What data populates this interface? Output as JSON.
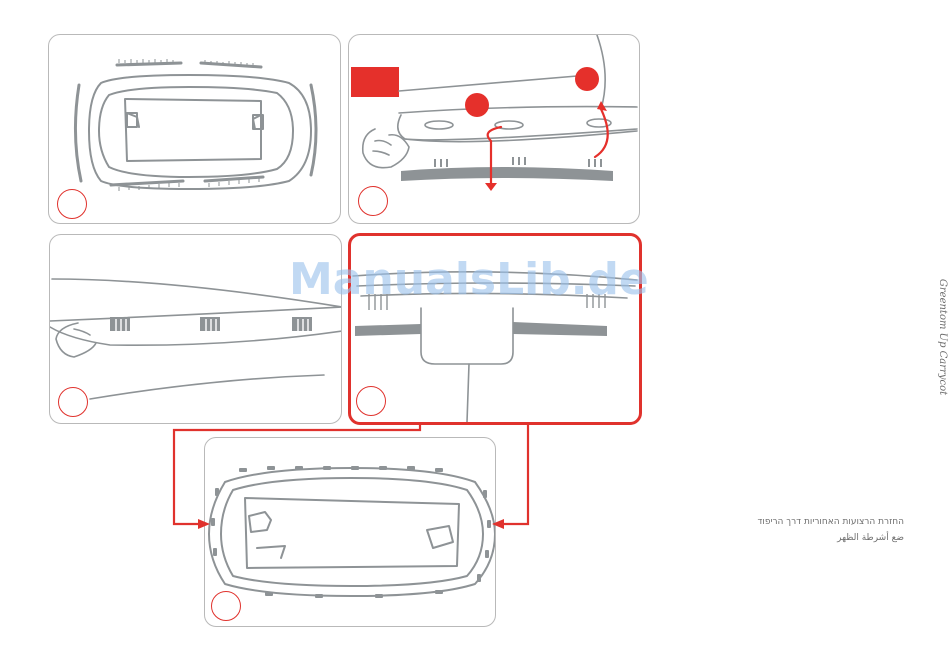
{
  "page": {
    "watermark": "ManualsLib.de",
    "side_title": "Greentom Up Carrycot",
    "captions": {
      "hebrew": "החזרת הרצועות האחוריות דרך הריפוד",
      "arabic": "ضع أشرطة الظهر"
    }
  },
  "colors": {
    "accent_red": "#e0322d",
    "line_gray": "#8e9396",
    "border_gray": "#b9b9b9",
    "watermark_blue": "#9cc2ec"
  },
  "panels": [
    {
      "id": "panel-1",
      "highlighted": false
    },
    {
      "id": "panel-2",
      "highlighted": false
    },
    {
      "id": "panel-3",
      "highlighted": false
    },
    {
      "id": "panel-4",
      "highlighted": true
    },
    {
      "id": "panel-5",
      "highlighted": false
    }
  ]
}
